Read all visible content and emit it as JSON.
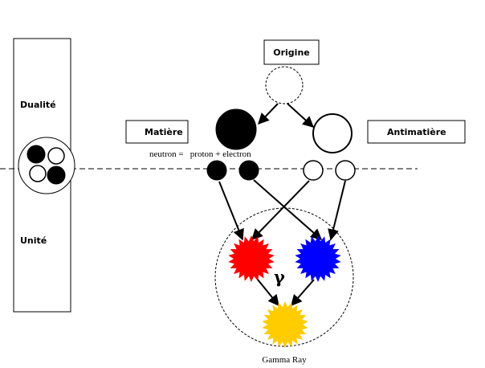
{
  "left_panel": {
    "top_label": "Dualité",
    "bottom_label": "Unité"
  },
  "origin": {
    "label": "Origine"
  },
  "matter": {
    "label": "Matière"
  },
  "antimatter": {
    "label": "Antimatière"
  },
  "equation": {
    "text": "neutron =   proton + electron"
  },
  "gamma": {
    "symbol": "γ",
    "caption": "Gamma Ray"
  },
  "colors": {
    "matter_burst": "#ff0000",
    "antimatter_burst": "#0000ff",
    "gamma_burst": "#ffcc00",
    "ink": "#000000"
  }
}
